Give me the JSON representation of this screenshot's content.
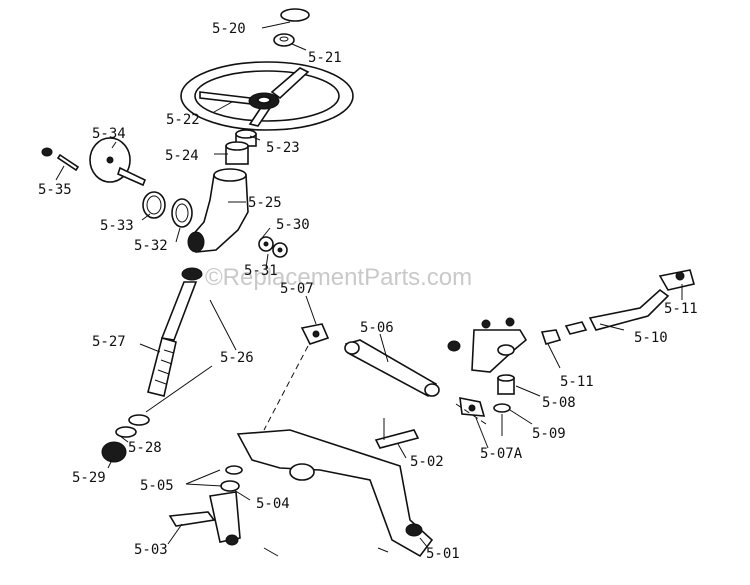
{
  "watermark": "©ReplacementParts.com",
  "labels": {
    "l520": "5-20",
    "l521": "5-21",
    "l522": "5-22",
    "l523": "5-23",
    "l524": "5-24",
    "l525": "5-25",
    "l530": "5-30",
    "l531": "5-31",
    "l534": "5-34",
    "l535": "5-35",
    "l533": "5-33",
    "l532": "5-32",
    "l507": "5-07",
    "l506": "5-06",
    "l527": "5-27",
    "l526": "5-26",
    "l528": "5-28",
    "l529": "5-29",
    "l505": "5-05",
    "l504": "5-04",
    "l503": "5-03",
    "l502": "5-02",
    "l501": "5-01",
    "l507a": "5-07A",
    "l509": "5-09",
    "l508": "5-08",
    "l511a": "5-11",
    "l511b": "5-11",
    "l510": "5-10"
  }
}
